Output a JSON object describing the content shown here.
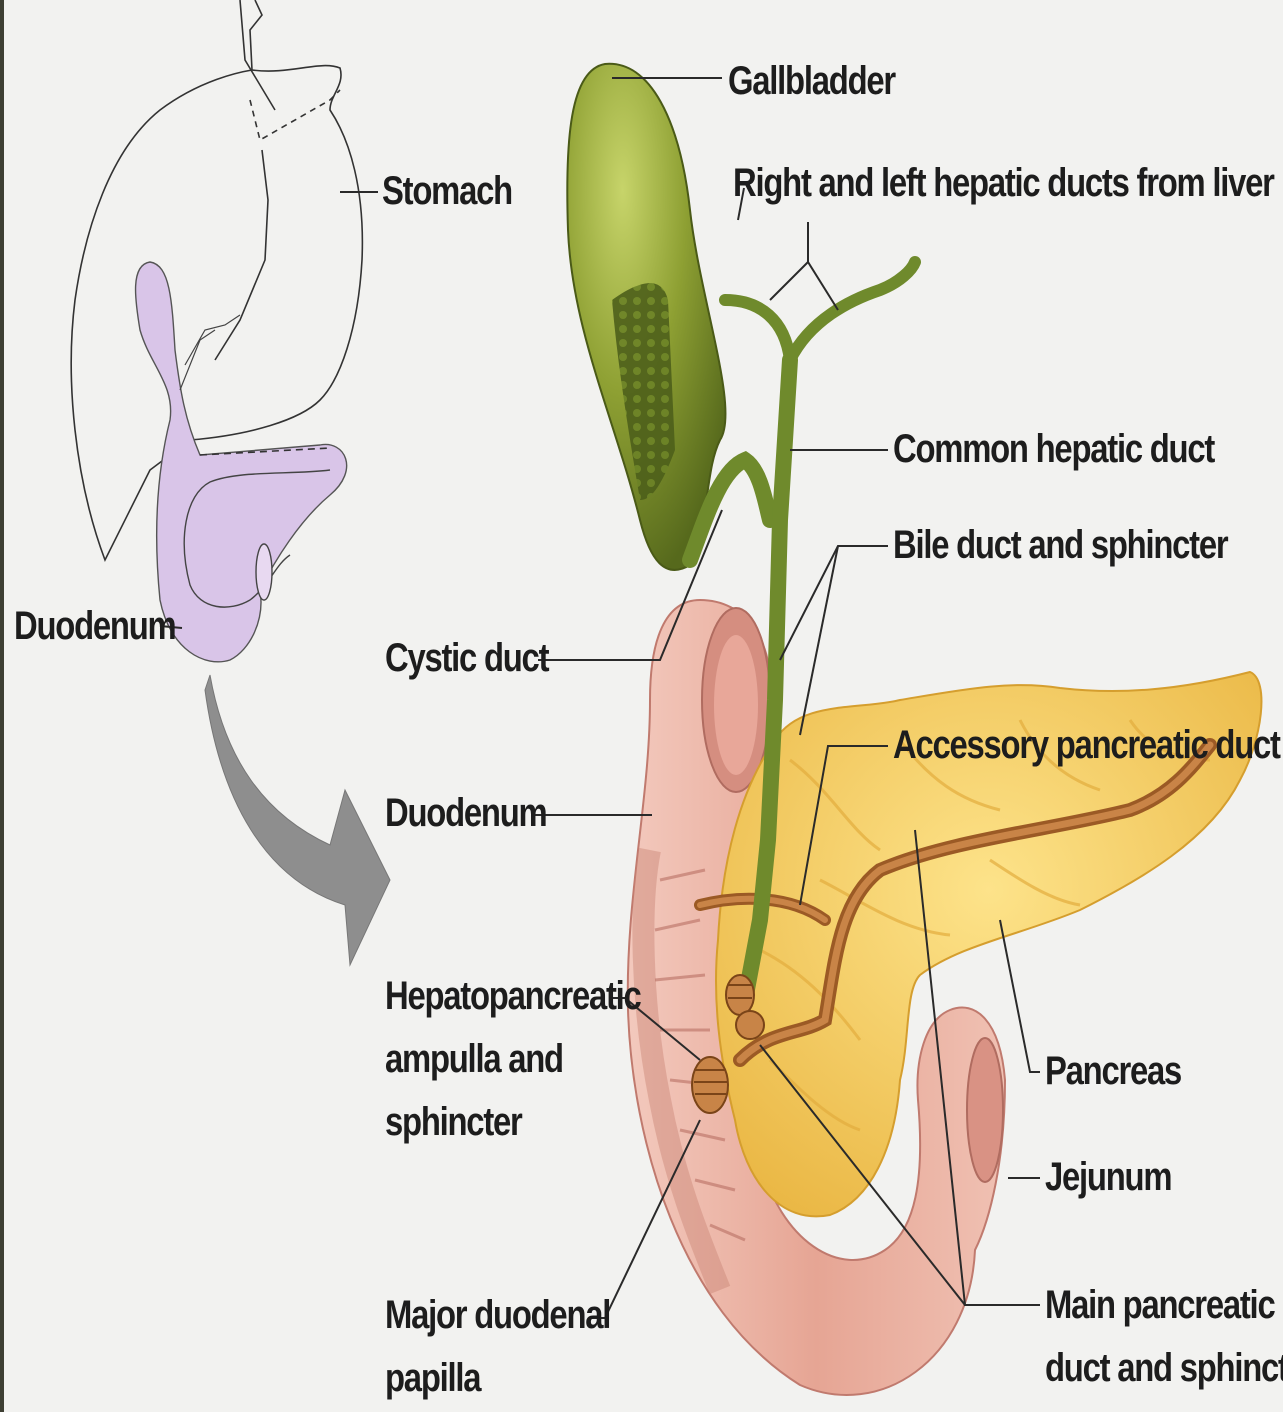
{
  "labels": {
    "gallbladder": "Gallbladder",
    "hepatic_ducts": "Right and left hepatic ducts from liver",
    "stomach": "Stomach",
    "common_hepatic_duct": "Common hepatic duct",
    "bile_duct": "Bile duct and sphincter",
    "duodenum_small": "Duodenum",
    "cystic_duct": "Cystic duct",
    "accessory_pancreatic_duct": "Accessory pancreatic duct",
    "duodenum_main": "Duodenum",
    "hepatopancreatic_ampulla": [
      "Hepatopancreatic",
      "ampulla and",
      "sphincter"
    ],
    "pancreas": "Pancreas",
    "jejunum": "Jejunum",
    "major_duodenal_papilla": [
      "Major duodenal",
      "papilla"
    ],
    "main_pancreatic_duct": [
      "Main pancreatic",
      "duct and sphincter"
    ]
  },
  "colors": {
    "background": "#f2f2f0",
    "gallbladder": "#8a9a2e",
    "duct": "#6f8a2c",
    "pancreas": "#f3cf5e",
    "pancreatic_duct": "#b06a30",
    "duodenum": "#e9b2a6",
    "mini_organ": "#d7c3e6",
    "leader_line": "#2a2a2a"
  }
}
